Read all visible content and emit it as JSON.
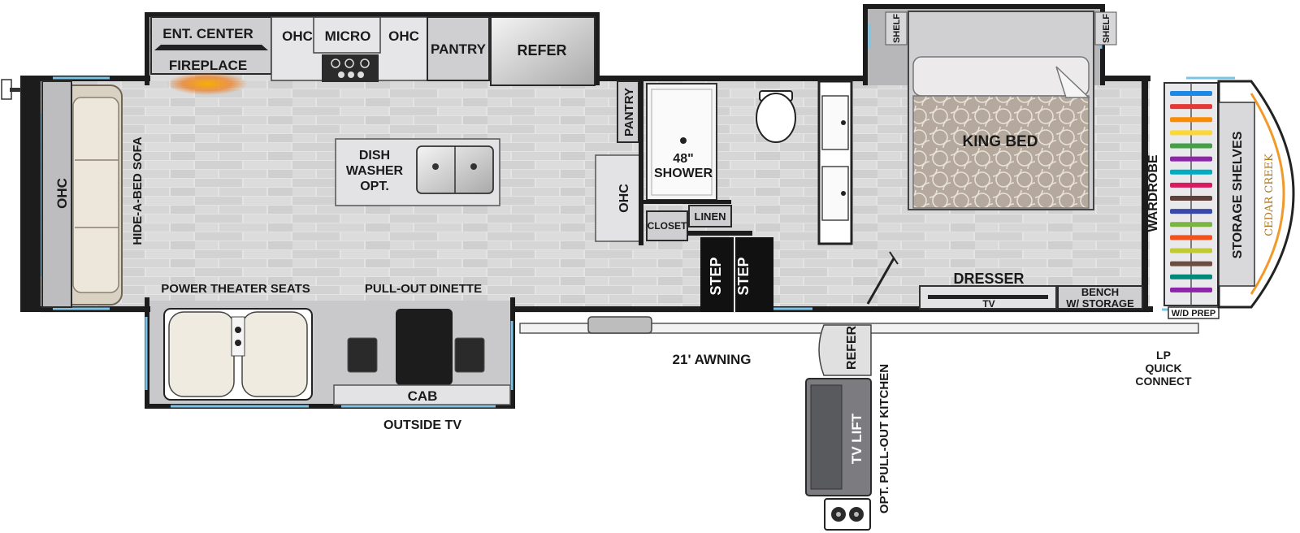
{
  "colors": {
    "wall": "#1c1c1c",
    "floor": "#e2e2e2",
    "floor_line": "#c8c8c8",
    "cabinet": "#cfcfd2",
    "window": "#7cc4e6",
    "sofa": "#e9e4d7",
    "bed_cover": "#b8ada2",
    "fireplace_glow": "#f3a21a",
    "awning": "#a8a8a8"
  },
  "labels": {
    "ent_center": "ENT. CENTER",
    "fireplace": "FIREPLACE",
    "ohc_top_1": "OHC",
    "micro": "MICRO",
    "ohc_top_2": "OHC",
    "pantry_top": "PANTRY",
    "refer_top": "REFER",
    "pantry_side": "PANTRY",
    "ohc_kitchen": "OHC",
    "ohc_sofa": "OHC",
    "sofa": "HIDE-A-BED SOFA",
    "island_1": "DISH",
    "island_2": "WASHER",
    "island_3": "OPT.",
    "shower_1": "48\"",
    "shower_2": "SHOWER",
    "closet": "CLOSET",
    "linen": "LINEN",
    "step_1": "STEP",
    "step_2": "STEP",
    "shelf_1": "SHELF",
    "shelf_2": "SHELF",
    "king_bed": "KING BED",
    "wardrobe": "WARDROBE",
    "storage_shelves": "STORAGE SHELVES",
    "dresser": "DRESSER",
    "tv_dresser": "TV",
    "bench_1": "BENCH",
    "bench_2": "W/ STORAGE",
    "wd_prep": "W/D PREP",
    "theater_seats": "POWER THEATER SEATS",
    "dinette": "PULL-OUT DINETTE",
    "cab": "CAB",
    "outside_tv": "OUTSIDE TV",
    "awning": "21' AWNING",
    "refer_outdoor": "REFER",
    "tv_lift": "TV LIFT",
    "pullout_kitchen": "OPT. PULL-OUT KITCHEN",
    "lp_1": "LP",
    "lp_2": "QUICK",
    "lp_3": "CONNECT"
  },
  "logo": {
    "text": "CEDAR CREEK"
  },
  "wardrobe_hanger_colors": [
    "#1e88e5",
    "#e53935",
    "#fb8c00",
    "#fdd835",
    "#43a047",
    "#8e24aa",
    "#00acc1",
    "#d81b60",
    "#5d4037",
    "#3949ab",
    "#7cb342",
    "#f4511e",
    "#c0ca33",
    "#6d4c41",
    "#00897b",
    "#8e24aa"
  ]
}
